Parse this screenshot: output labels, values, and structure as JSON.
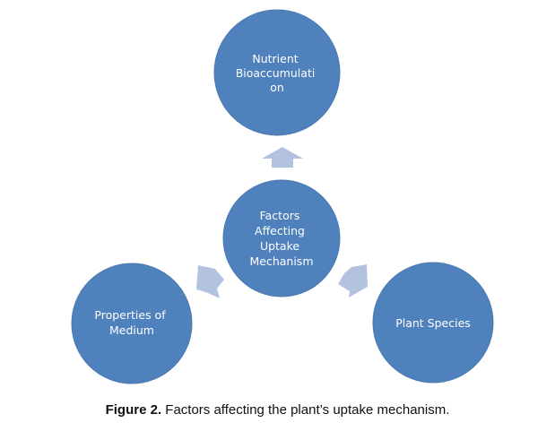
{
  "diagram": {
    "center": {
      "id": "center",
      "lines": [
        "Factors",
        "Affecting",
        "Uptake",
        "Mechanism"
      ]
    },
    "nodes": [
      {
        "id": "top",
        "lines": [
          "Nutrient",
          "Bioaccumulati",
          "on"
        ]
      },
      {
        "id": "left",
        "lines": [
          "Properties of",
          "Medium"
        ]
      },
      {
        "id": "right",
        "lines": [
          "Plant Species"
        ]
      }
    ],
    "colors": {
      "circle": "#4f81bd",
      "circle_edge": "#4a79b2",
      "arrow": "#b3c3df"
    }
  },
  "caption": {
    "label": "Figure 2.",
    "text": "Factors affecting the plant’s uptake mechanism."
  }
}
